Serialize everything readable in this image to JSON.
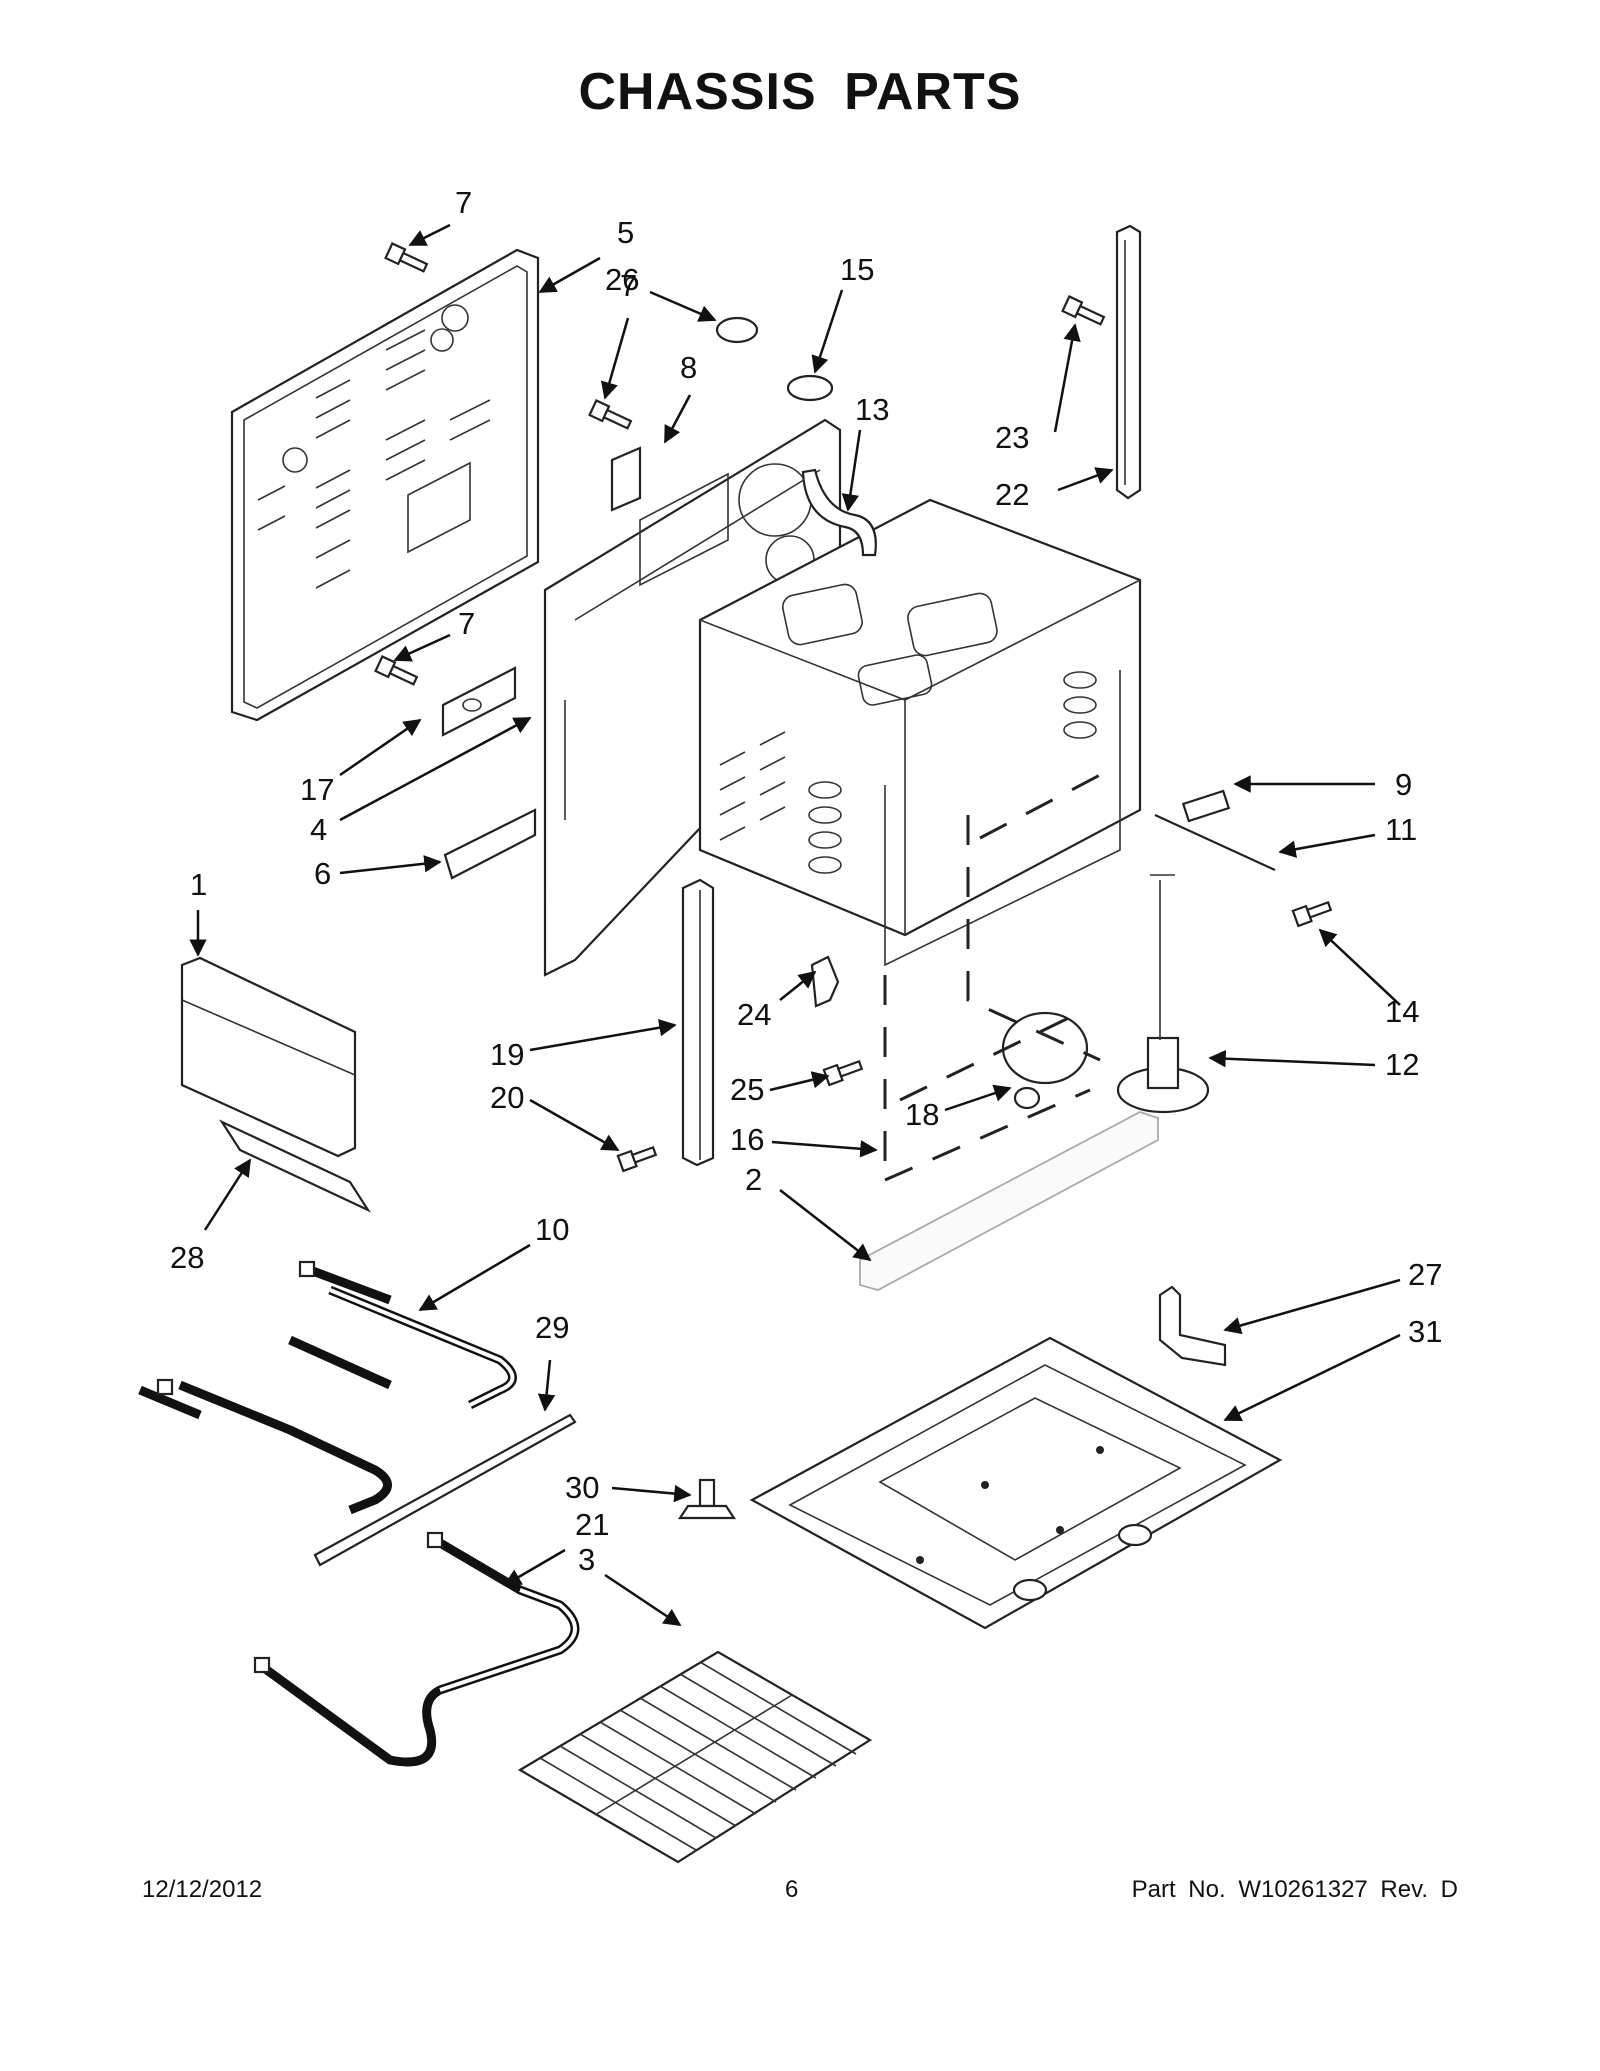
{
  "page": {
    "title": "CHASSIS PARTS",
    "footer": {
      "date": "12/12/2012",
      "page_number": "6",
      "part_number": "Part No.  W10261327  Rev.  D"
    }
  },
  "diagram": {
    "callouts": [
      {
        "id": "c1",
        "text": "1"
      },
      {
        "id": "c2",
        "text": "2"
      },
      {
        "id": "c3",
        "text": "3"
      },
      {
        "id": "c4",
        "text": "4"
      },
      {
        "id": "c5",
        "text": "5"
      },
      {
        "id": "c6",
        "text": "6"
      },
      {
        "id": "c7a",
        "text": "7"
      },
      {
        "id": "c7b",
        "text": "7"
      },
      {
        "id": "c7c",
        "text": "7"
      },
      {
        "id": "c8",
        "text": "8"
      },
      {
        "id": "c9",
        "text": "9"
      },
      {
        "id": "c10",
        "text": "10"
      },
      {
        "id": "c11",
        "text": "11"
      },
      {
        "id": "c12",
        "text": "12"
      },
      {
        "id": "c13",
        "text": "13"
      },
      {
        "id": "c14",
        "text": "14"
      },
      {
        "id": "c15",
        "text": "15"
      },
      {
        "id": "c16",
        "text": "16"
      },
      {
        "id": "c17",
        "text": "17"
      },
      {
        "id": "c18",
        "text": "18"
      },
      {
        "id": "c19",
        "text": "19"
      },
      {
        "id": "c20",
        "text": "20"
      },
      {
        "id": "c21",
        "text": "21"
      },
      {
        "id": "c22",
        "text": "22"
      },
      {
        "id": "c23",
        "text": "23"
      },
      {
        "id": "c24",
        "text": "24"
      },
      {
        "id": "c25",
        "text": "25"
      },
      {
        "id": "c26",
        "text": "26"
      },
      {
        "id": "c27",
        "text": "27"
      },
      {
        "id": "c28",
        "text": "28"
      },
      {
        "id": "c29",
        "text": "29"
      },
      {
        "id": "c30",
        "text": "30"
      },
      {
        "id": "c31",
        "text": "31"
      }
    ]
  }
}
